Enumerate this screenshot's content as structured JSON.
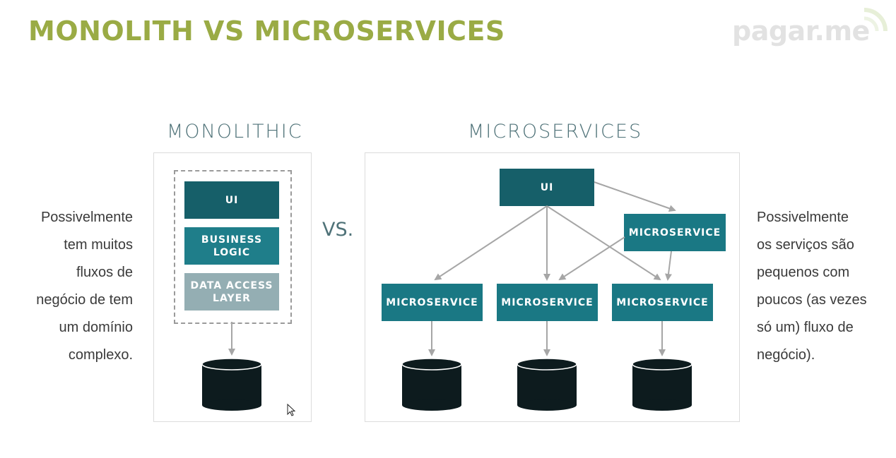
{
  "title": "MONOLITH VS MICROSERVICES",
  "logo_text": "pagar.me",
  "left_text": [
    "Possivelmente",
    "tem muitos",
    "fluxos de",
    "negócio de tem",
    "um domínio",
    "complexo."
  ],
  "right_text": [
    "Possivelmente",
    "os serviços são",
    "pequenos com",
    "poucos (as vezes",
    "só um) fluxo de",
    "negócio)."
  ],
  "monolithic": {
    "heading": "MONOLITHIC",
    "layers": [
      "UI",
      "BUSINESS\nLOGIC",
      "DATA ACCESS\nLAYER"
    ]
  },
  "vs_label": "VS.",
  "microservices": {
    "heading": "MICROSERVICES",
    "ui_label": "UI",
    "service_label": "MICROSERVICE"
  },
  "colors": {
    "title": "#9aab45",
    "heading": "#4f7278",
    "box_dark": "#165f69",
    "box_mid": "#1f7e8a",
    "box_gray": "#94aeb3",
    "database": "#0d1b1e",
    "arrow": "#a6a6a6"
  },
  "icons": [
    "database-icon",
    "arrow-icon",
    "mouse-cursor-icon"
  ]
}
